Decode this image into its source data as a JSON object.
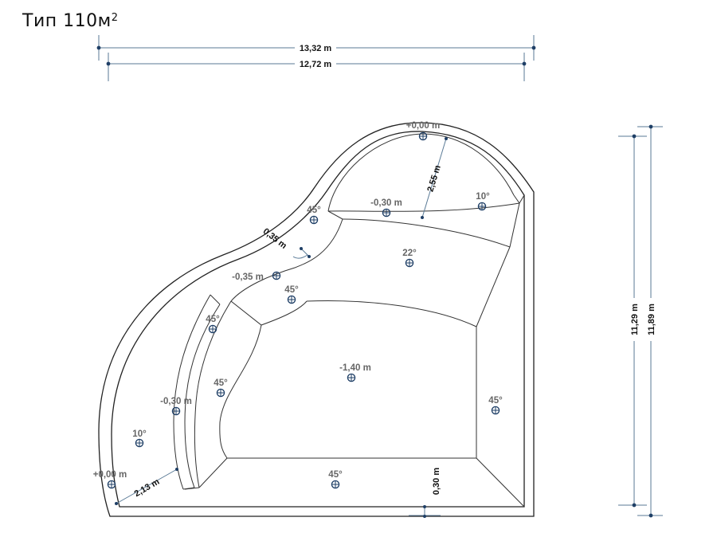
{
  "title": {
    "text": "Тип 110м",
    "sup": "2"
  },
  "dimensions": {
    "outer_width": "13,32 m",
    "inner_width": "12,72 m",
    "inner_height": "11,29 m",
    "outer_height": "11,89 m",
    "wall_top": "0,35 m",
    "wall_bottom": "0,30 m",
    "step_top": "2,55 m",
    "step_left": "2,13 m"
  },
  "markers": [
    {
      "id": "top-edge",
      "label": "+0,00 m"
    },
    {
      "id": "top-bench",
      "label": "-0,30 m"
    },
    {
      "id": "top-right-slope",
      "label": "10°"
    },
    {
      "id": "upper-left-slope",
      "label": "45°"
    },
    {
      "id": "mid-slope",
      "label": "22°"
    },
    {
      "id": "left-bench",
      "label": "-0,35 m"
    },
    {
      "id": "left-step-slope",
      "label": "45°"
    },
    {
      "id": "left-curve-slope",
      "label": "45°"
    },
    {
      "id": "deep-floor",
      "label": "-1,40 m"
    },
    {
      "id": "inner-left-slope",
      "label": "45°"
    },
    {
      "id": "right-slope",
      "label": "45°"
    },
    {
      "id": "lower-bench",
      "label": "-0,30 m"
    },
    {
      "id": "lower-left-slope",
      "label": "10°"
    },
    {
      "id": "bottom-edge",
      "label": "+0,00 m"
    },
    {
      "id": "bottom-slope",
      "label": "45°"
    }
  ]
}
